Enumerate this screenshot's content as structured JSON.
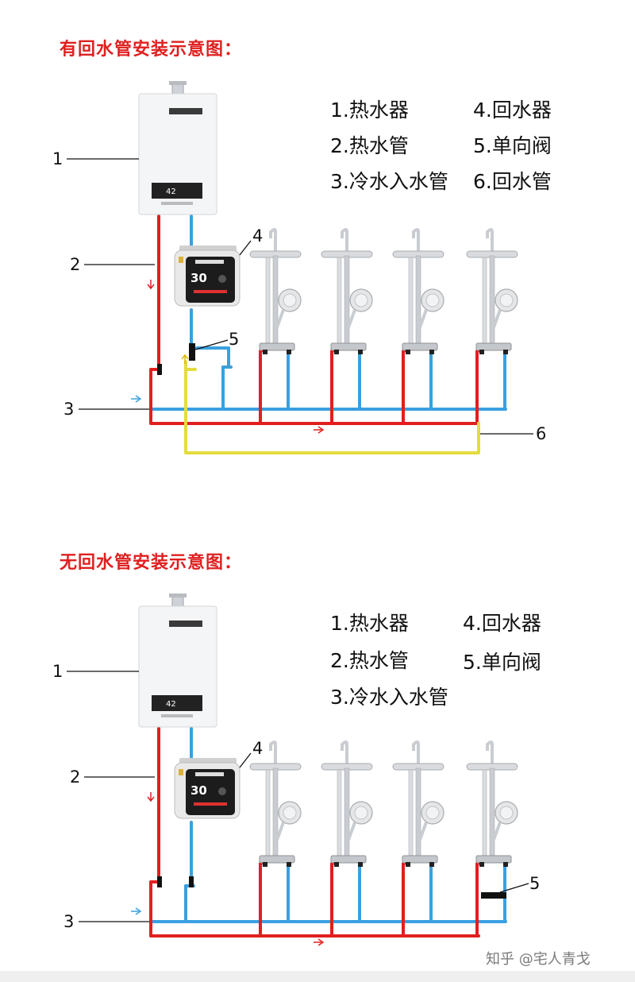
{
  "colors": {
    "title": "#e02020",
    "hot_pipe": "#e11f1f",
    "cold_pipe": "#3aa0e0",
    "return_pipe": "#e4dc3e",
    "valve": "#111111",
    "heater_body": "#f4f5f7",
    "pump_body": "#e9e9e9",
    "pump_screen": "#1c1c1c",
    "shower_metal": "#c9ccd1"
  },
  "icons": [
    "water-heater-icon",
    "recirculation-pump-icon",
    "shower-icon",
    "check-valve-icon",
    "arrow-icon"
  ],
  "diagram_with_return": {
    "title": "有回水管安装示意图：",
    "legend": [
      "1.热水器",
      "4.回水器",
      "2.热水管",
      "5.单向阀",
      "3.冷水入水管",
      "6.回水管"
    ],
    "callouts": [
      "1",
      "2",
      "3",
      "4",
      "5",
      "6"
    ],
    "heater_display": "42",
    "pump_display": "30"
  },
  "diagram_without_return": {
    "title": "无回水管安装示意图：",
    "legend": [
      "1.热水器",
      "4.回水器",
      "2.热水管",
      "5.单向阀",
      "3.冷水入水管"
    ],
    "callouts": [
      "1",
      "2",
      "3",
      "4",
      "5"
    ],
    "heater_display": "42",
    "pump_display": "30"
  },
  "watermark": "知乎 @宅人青戈"
}
